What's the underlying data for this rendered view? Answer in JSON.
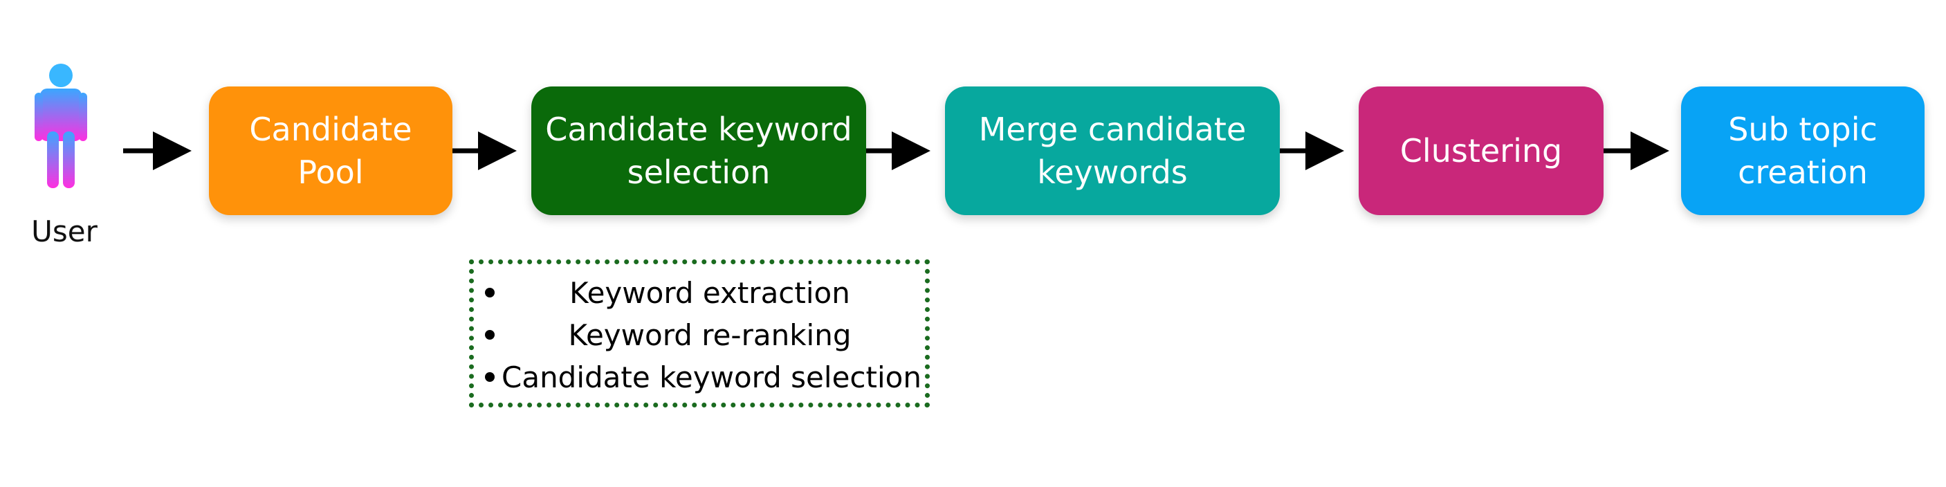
{
  "user": {
    "label": "User",
    "icon": "person-icon",
    "colors": {
      "head": "#39b7ff",
      "top": "#3aa7ff",
      "bottom": "#ff2fe0"
    }
  },
  "steps": [
    {
      "line1": "Candidate",
      "line2": "Pool",
      "color": "#ff920a"
    },
    {
      "line1": "Candidate keyword",
      "line2": "selection",
      "color": "#0a6a0a"
    },
    {
      "line1": "Merge candidate",
      "line2": "keywords",
      "color": "#07a89e"
    },
    {
      "line1": "Clustering",
      "line2": "",
      "color": "#c9277a"
    },
    {
      "line1": "Sub topic",
      "line2": "creation",
      "color": "#08a3f5"
    }
  ],
  "detail": {
    "border_color": "#1a6b1f",
    "items": [
      "Keyword extraction",
      "Keyword re-ranking",
      "Candidate keyword selection"
    ]
  }
}
